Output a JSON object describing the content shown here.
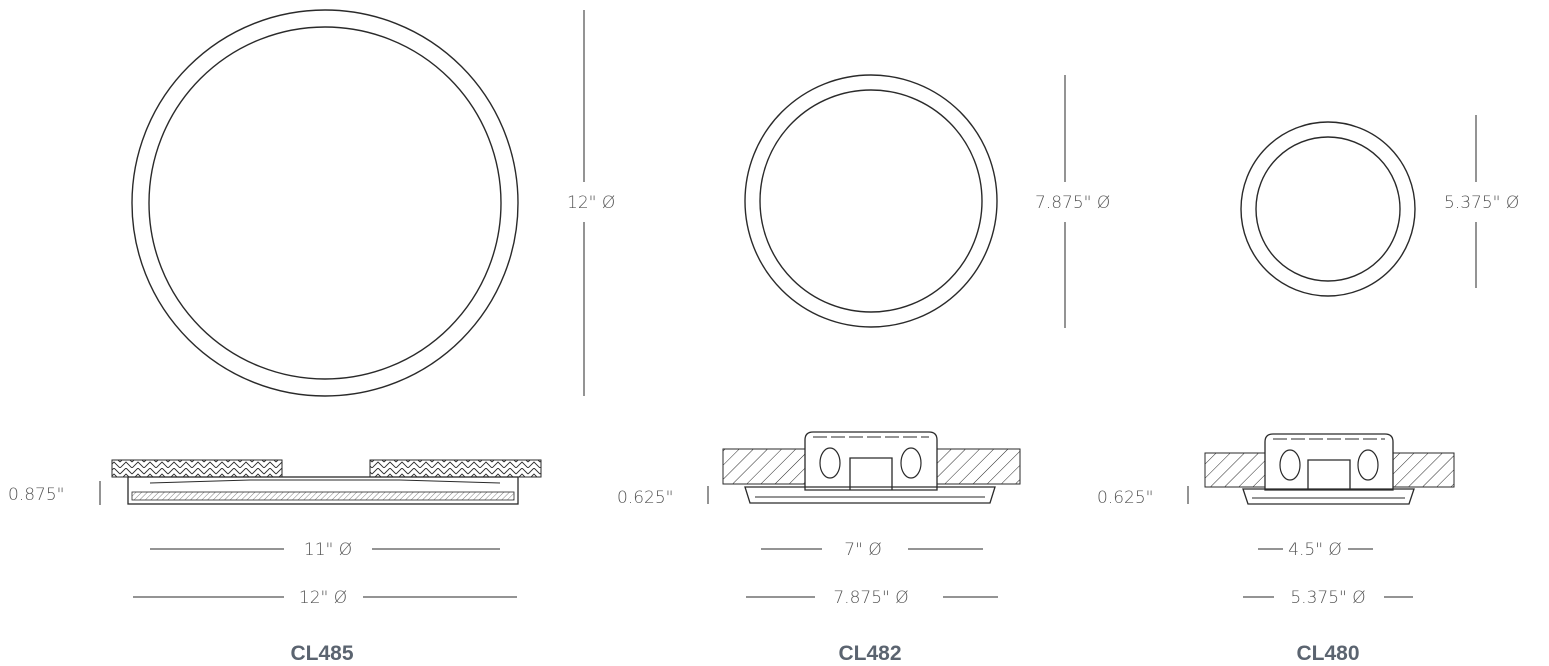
{
  "colors": {
    "line": "#2a2a2a",
    "dimension_text": "#555555",
    "model_label": "#5b6470",
    "background": "#ffffff"
  },
  "products": [
    {
      "model": "CL485",
      "outer_diameter_label": "12\" Ø",
      "height_label": "0.875\"",
      "inner_width_label": "11\" Ø",
      "outer_width_label": "12\" Ø"
    },
    {
      "model": "CL482",
      "outer_diameter_label": "7.875\" Ø",
      "height_label": "0.625\"",
      "inner_width_label": "7\" Ø",
      "outer_width_label": "7.875\" Ø"
    },
    {
      "model": "CL480",
      "outer_diameter_label": "5.375\" Ø",
      "height_label": "0.625\"",
      "inner_width_label": "4.5\" Ø",
      "outer_width_label": "5.375\" Ø"
    }
  ]
}
